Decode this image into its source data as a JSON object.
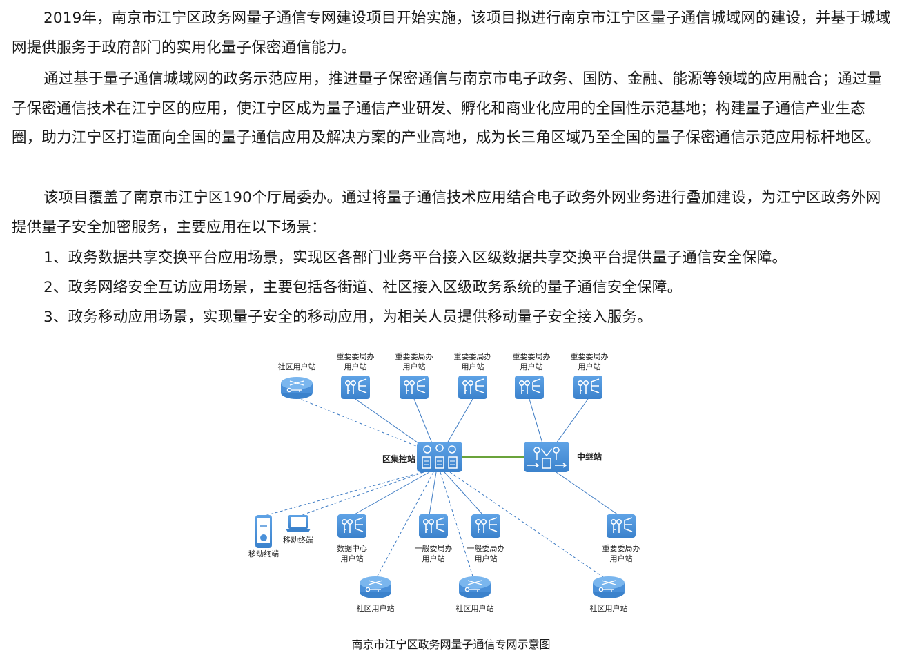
{
  "paragraphs": [
    "2019年，南京市江宁区政务网量子通信专网建设项目开始实施，该项目拟进行南京市江宁区量子通信城域网的建设，并基于城域网提供服务于政府部门的实用化量子保密通信能力。",
    "通过基于量子通信城域网的政务示范应用，推进量子保密通信与南京市电子政务、国防、金融、能源等领域的应用融合；通过量子保密通信技术在江宁区的应用，使江宁区成为量子通信产业研发、孵化和商业化应用的全国性示范基地；构建量子通信产业生态圈，助力江宁区打造面向全国的量子通信应用及解决方案的产业高地，成为长三角区域乃至全国的量子保密通信示范应用标杆地区。",
    "该项目覆盖了南京市江宁区190个厅局委办。通过将量子通信技术应用结合电子政务外网业务进行叠加建设，为江宁区政务外网提供量子安全加密服务，主要应用在以下场景："
  ],
  "scenarios": [
    "1、政务数据共享交换平台应用场景，实现区各部门业务平台接入区级数据共享交换平台提供量子通信安全保障。",
    "2、政务网络安全互访应用场景，主要包括各街道、社区接入区级政务系统的量子通信安全保障。",
    "3、政务移动应用场景，实现量子安全的移动应用，为相关人员提供移动量子安全接入服务。"
  ],
  "diagram": {
    "colors": {
      "node": "#4a90d9",
      "link": "#3f7cc4",
      "trunk": "#6aa33a"
    },
    "center": "区集控站",
    "relay": "中继站",
    "top_community": "社区用户站",
    "important_line1": "重要委局办",
    "important_line2": "用户站",
    "mobile": "移动终端",
    "datacenter_line1": "数据中心",
    "datacenter_line2": "用户站",
    "general_line1": "一般委局办",
    "general_line2": "用户站",
    "bottom_community": "社区用户站"
  },
  "caption": "南京市江宁区政务网量子通信专网示意图"
}
